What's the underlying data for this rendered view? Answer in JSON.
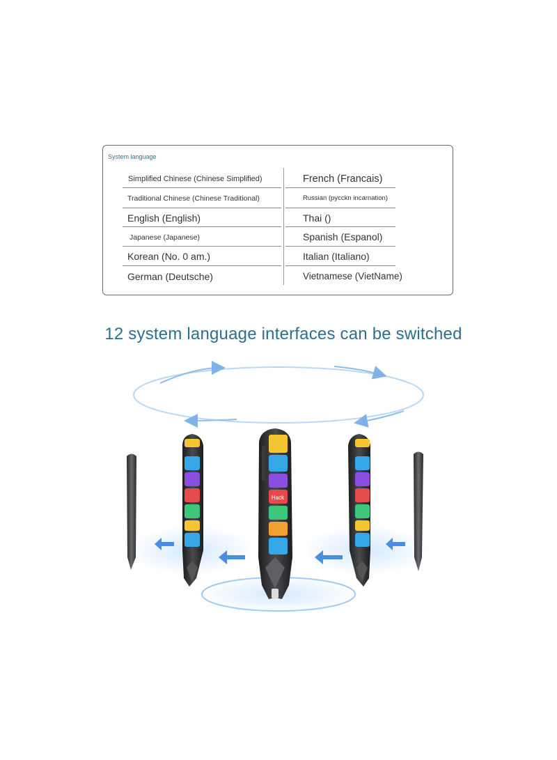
{
  "panel": {
    "title": "System language",
    "left_column": [
      "Simplified Chinese (Chinese Simplified)",
      "Traditional Chinese (Chinese Traditional)",
      "English (English)",
      "Japanese (Japanese)",
      "Korean (No. 0 am.)",
      "German (Deutsche)"
    ],
    "right_column": [
      "French (Francais)",
      "Russian (pycckn incarnation)",
      "Thai ()",
      "Spanish (Espanol)",
      "Italian (Italiano)",
      "Vietnamese (VietName)"
    ]
  },
  "headline": "12 system language interfaces can be switched",
  "device": {
    "center_screen_label": "Hack"
  },
  "colors": {
    "headline": "#2e6e8e",
    "panel_title": "#3b6f8a",
    "arrow_blue": "#4a8ee0",
    "glow_blue": "#a9d4ff",
    "pen_body": "#2b2b2e"
  }
}
